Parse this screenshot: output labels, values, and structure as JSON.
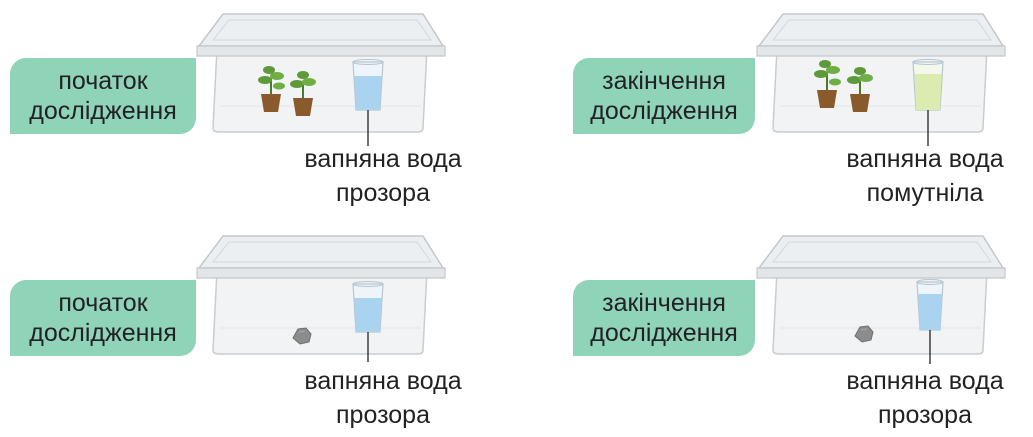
{
  "panels": [
    {
      "stage": [
        "початок",
        "дослідження"
      ],
      "caption": [
        "вапняна вода",
        "прозора"
      ],
      "object": "plants",
      "water_state": "clear"
    },
    {
      "stage": [
        "закінчення",
        "дослідження"
      ],
      "caption": [
        "вапняна вода",
        "помутніла"
      ],
      "object": "plants",
      "water_state": "cloudy"
    },
    {
      "stage": [
        "початок",
        "дослідження"
      ],
      "caption": [
        "вапняна вода",
        "прозора"
      ],
      "object": "stone",
      "water_state": "clear"
    },
    {
      "stage": [
        "закінчення",
        "дослідження"
      ],
      "caption": [
        "вапняна вода",
        "прозора"
      ],
      "object": "stone",
      "water_state": "clear"
    }
  ],
  "colors": {
    "label_bg": "#8fd3b8",
    "water_clear": "#a9d3ef",
    "water_cloudy": "#dcebb0",
    "plant_leaf": "#5f9a3a",
    "pot": "#8a5a2c",
    "stone": "#8c8c8c"
  }
}
